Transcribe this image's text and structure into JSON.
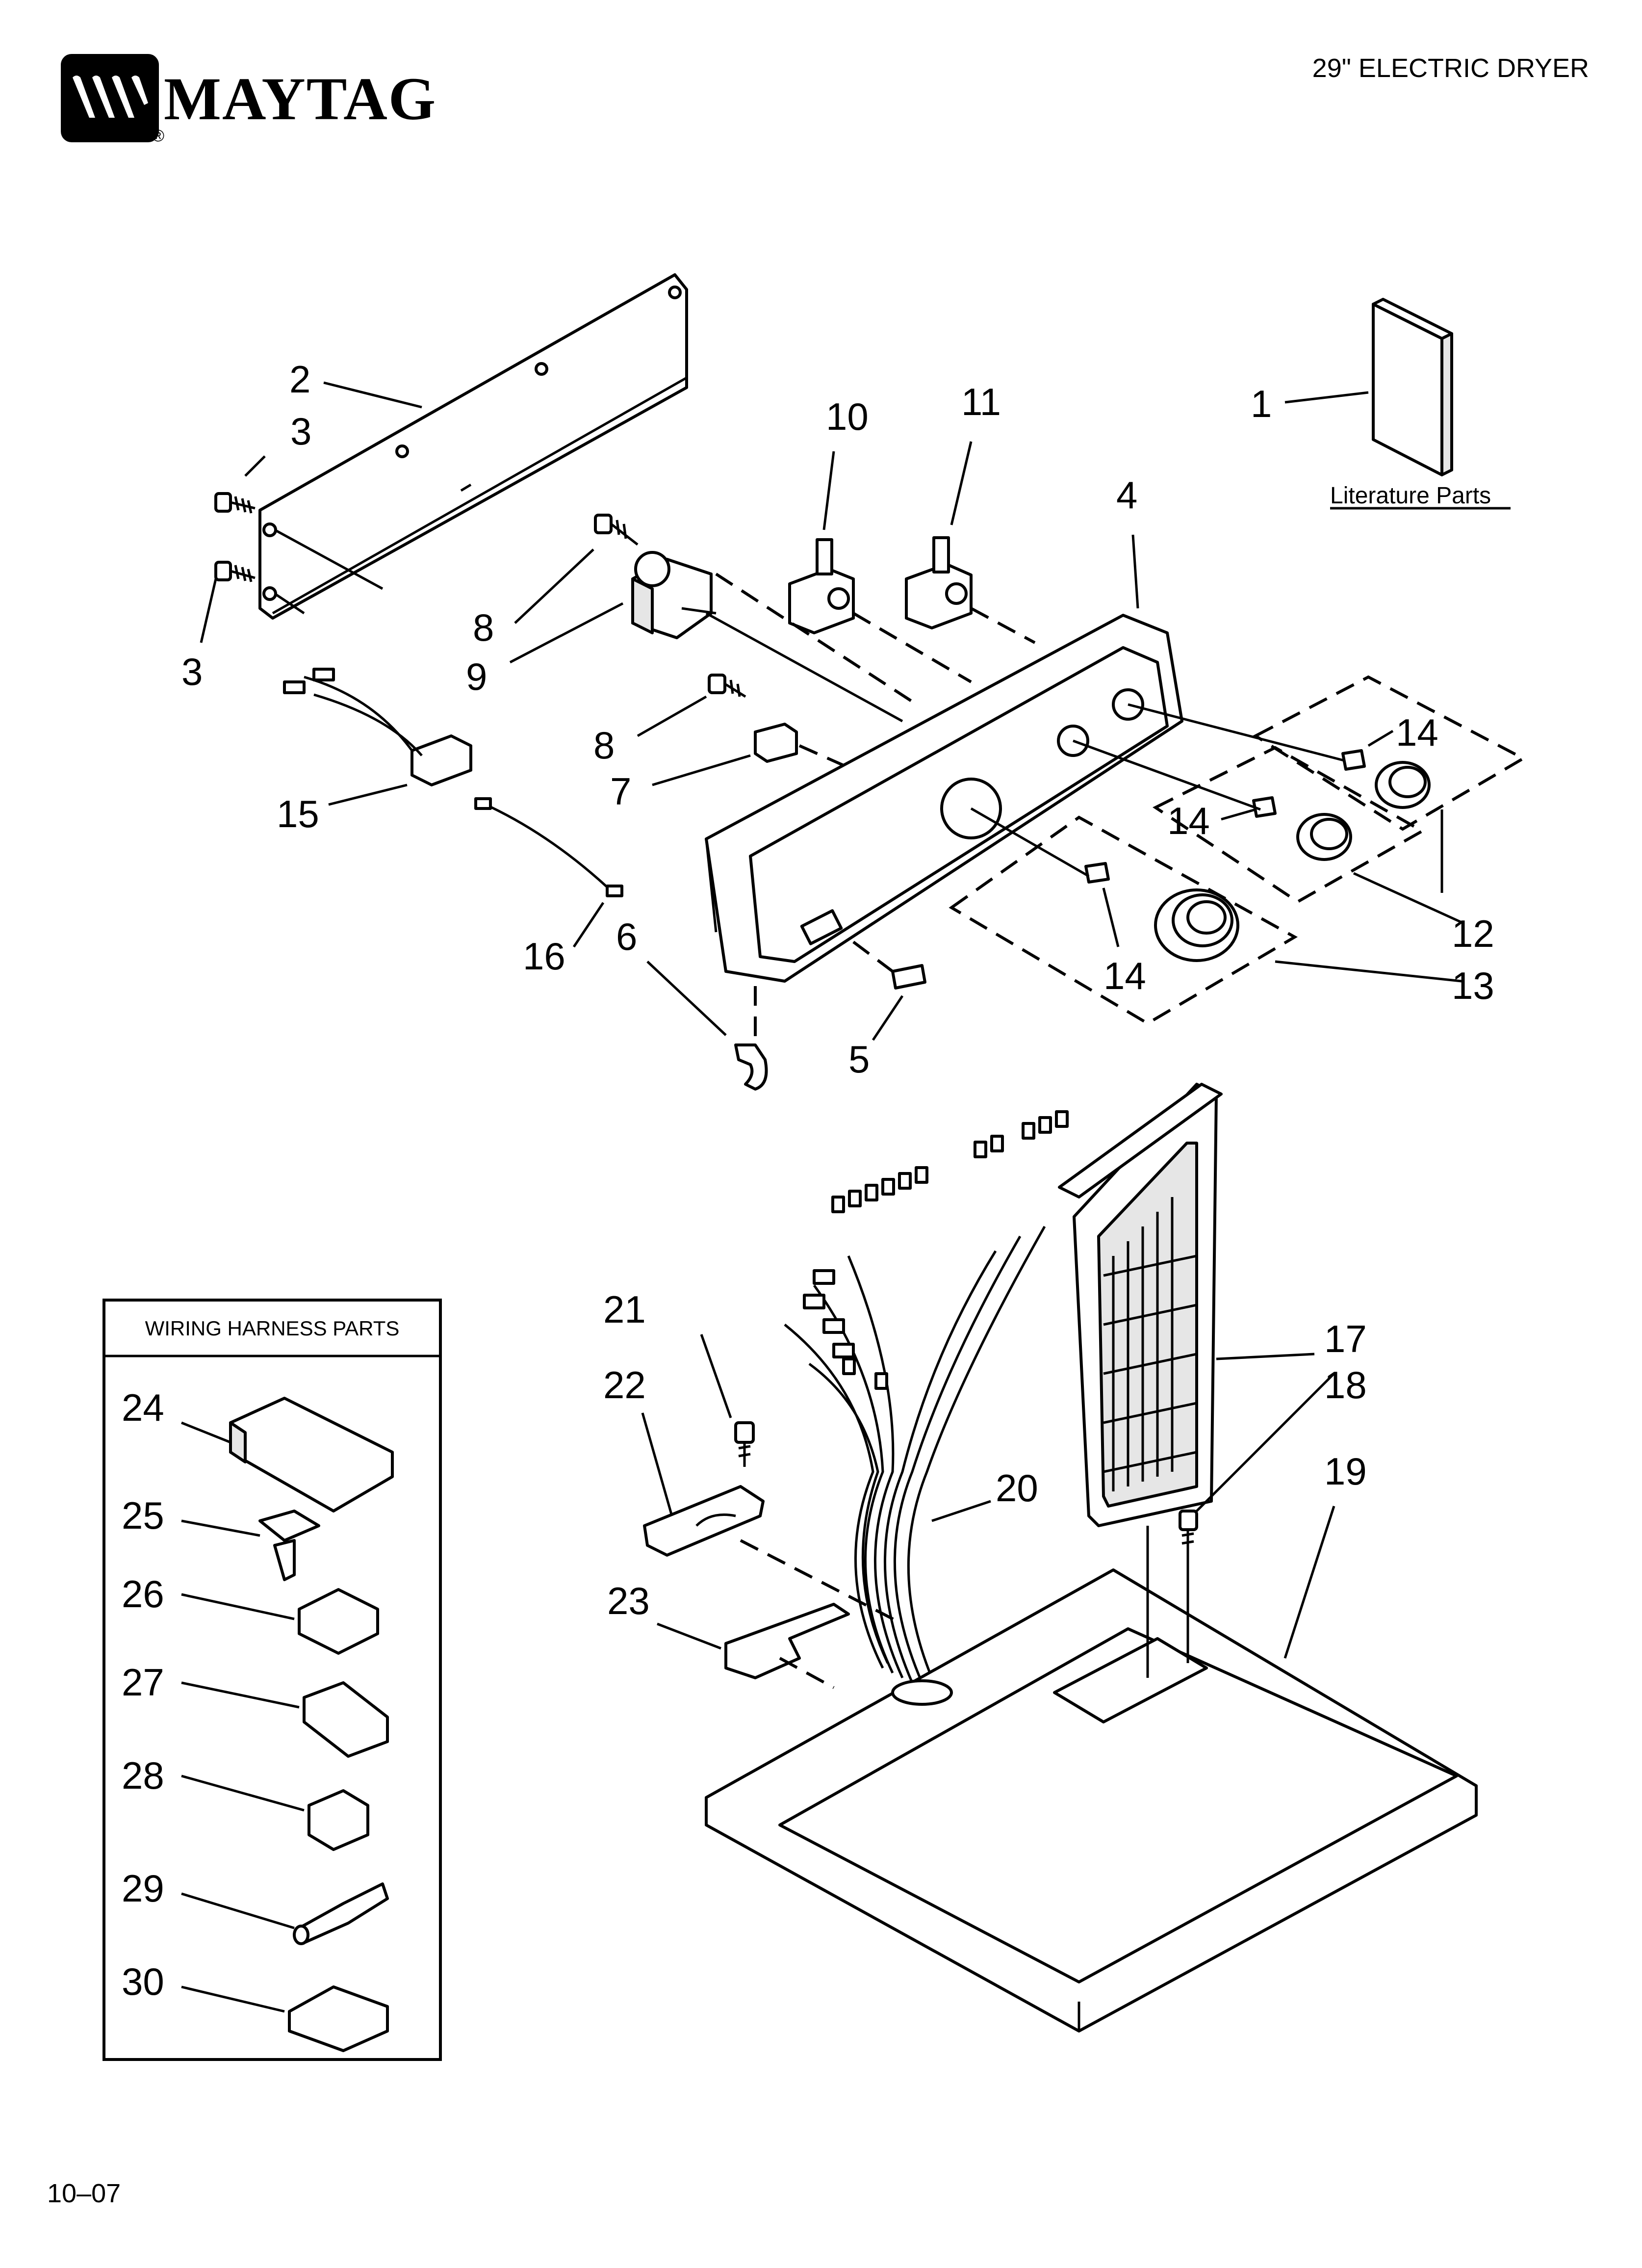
{
  "header": {
    "brand": "MAYTAG",
    "registered": "®",
    "title": "29\" ELECTRIC DRYER"
  },
  "footer": {
    "code": "10–07"
  },
  "diagram": {
    "literature_label": "Literature Parts",
    "wiring_box_title": "WIRING HARNESS PARTS",
    "callouts": [
      "1",
      "2",
      "3",
      "3",
      "4",
      "5",
      "6",
      "7",
      "8",
      "8",
      "9",
      "10",
      "11",
      "12",
      "13",
      "14",
      "14",
      "14",
      "15",
      "16",
      "17",
      "18",
      "19",
      "20",
      "21",
      "22",
      "23",
      "24",
      "25",
      "26",
      "27",
      "28",
      "29",
      "30"
    ]
  }
}
